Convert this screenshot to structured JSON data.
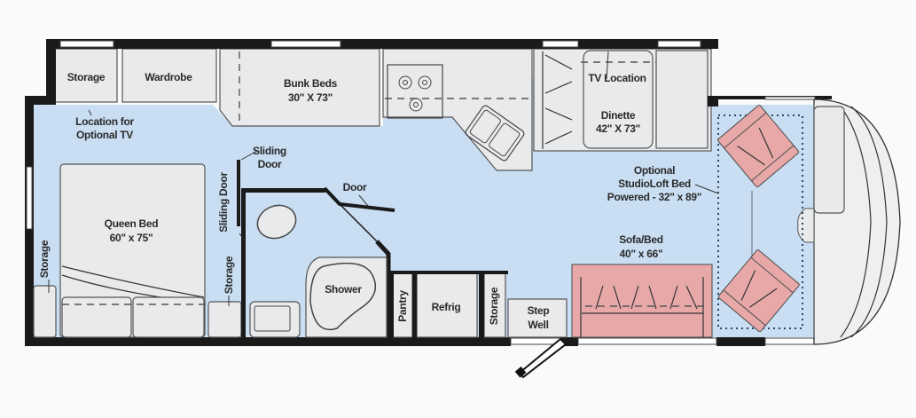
{
  "diagram": {
    "type": "rv-floor-plan",
    "colors": {
      "floor": "#c9def2",
      "wall": "#1a1a1a",
      "cabinet": "#e9eaec",
      "furniture": "#e8a8a8",
      "background": "#fafafa"
    },
    "rooms": {
      "storage_top": {
        "label": "Storage"
      },
      "wardrobe": {
        "label": "Wardrobe"
      },
      "bunk_beds": {
        "label": "Bunk Beds",
        "size": "30\" X 73\""
      },
      "optional_tv": {
        "line1": "Location for",
        "line2": "Optional TV"
      },
      "tv_location": {
        "label": "TV Location"
      },
      "dinette": {
        "label": "Dinette",
        "size": "42\" X 73\""
      },
      "studioloft": {
        "line1": "Optional",
        "line2": "StudioLoft Bed",
        "line3": "Powered - 32\" x 89\""
      },
      "sliding_door_top": {
        "line1": "Sliding",
        "line2": "Door"
      },
      "sliding_door_vertical": {
        "label": "Sliding Door"
      },
      "bath_door": {
        "label": "Door"
      },
      "queen_bed": {
        "label": "Queen Bed",
        "size": "60\" x 75\""
      },
      "storage_left": {
        "label": "Storage"
      },
      "storage_mid": {
        "label": "Storage"
      },
      "shower": {
        "label": "Shower"
      },
      "pantry": {
        "label": "Pantry"
      },
      "refrig": {
        "label": "Refrig"
      },
      "storage_kitchen": {
        "label": "Storage"
      },
      "step_well": {
        "line1": "Step",
        "line2": "Well"
      },
      "sofa_bed": {
        "label": "Sofa/Bed",
        "size": "40\" x 66\""
      }
    }
  }
}
